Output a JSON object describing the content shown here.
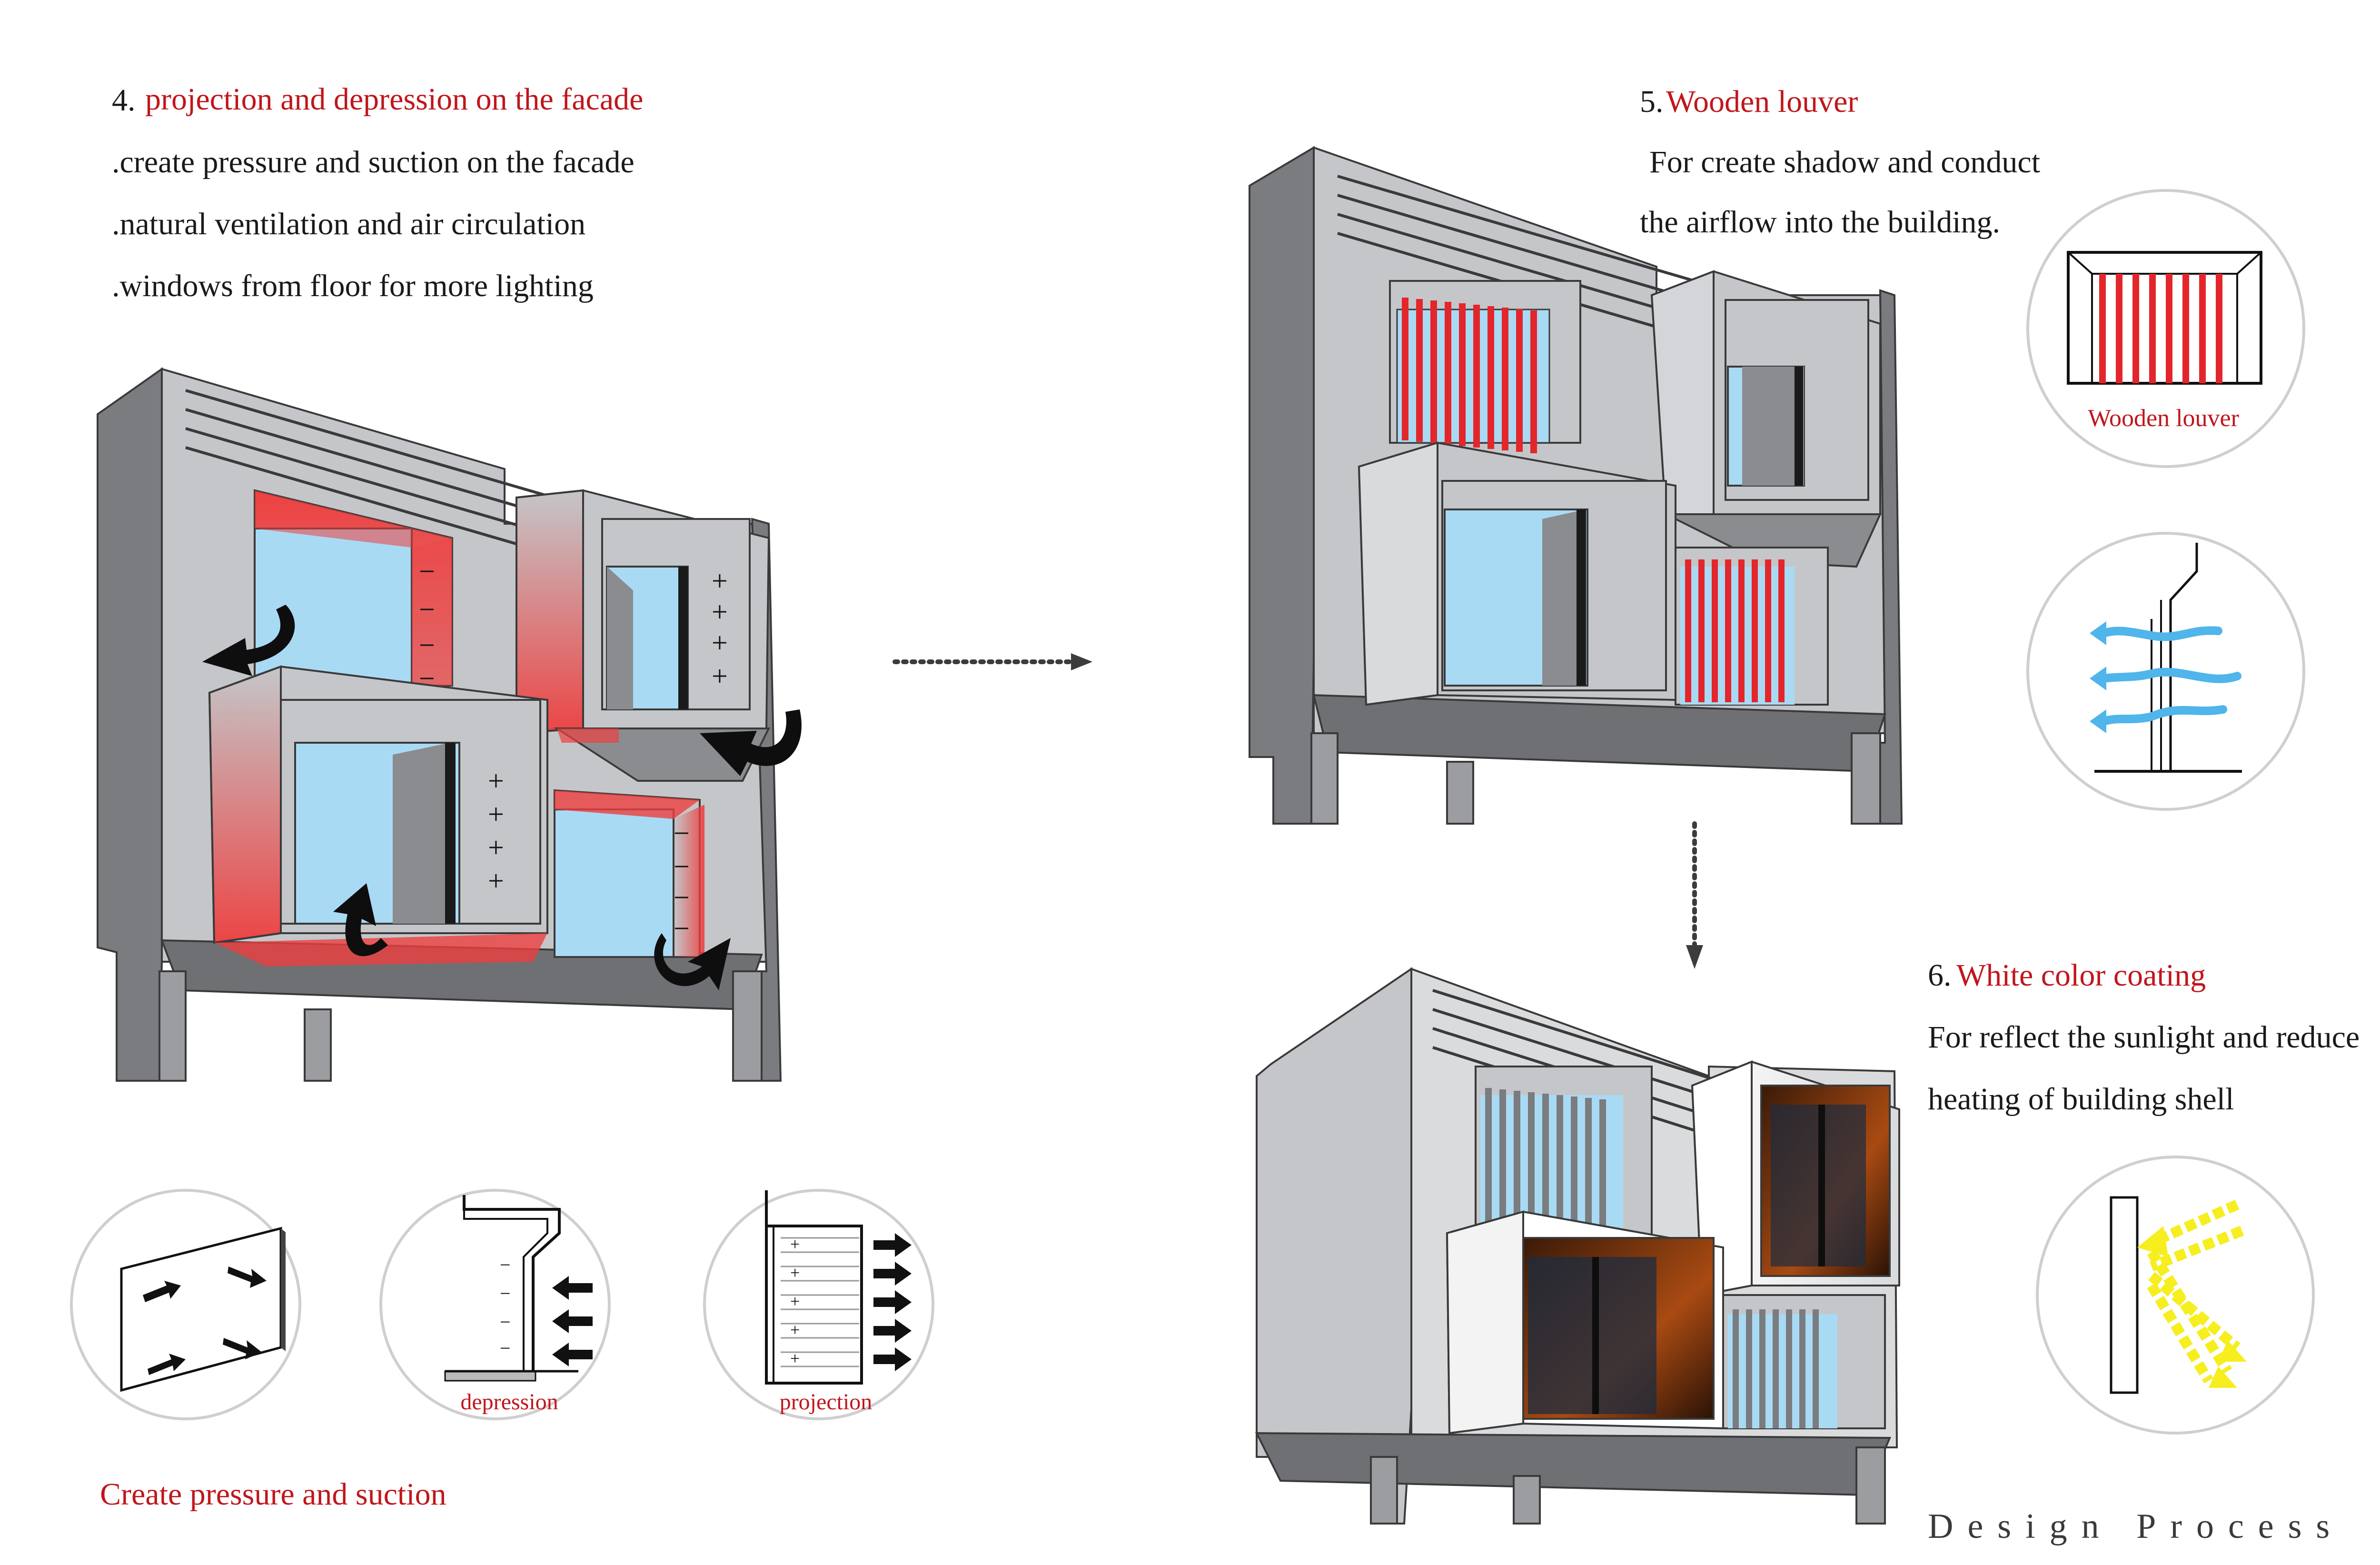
{
  "section4": {
    "number": "4.",
    "title": "projection and depression on the facade",
    "lines": [
      ".create pressure and suction on the facade",
      ".natural ventilation and air circulation",
      ".windows from floor for more lighting"
    ],
    "pressure_sign": "+",
    "suction_sign": "−"
  },
  "section5": {
    "number": "5.",
    "title": "Wooden louver",
    "lines": [
      "For create shadow and conduct",
      "the airflow into the building."
    ],
    "circle_label": "Wooden louver"
  },
  "section6": {
    "number": "6.",
    "title": "White color coating",
    "lines": [
      "For reflect the sunlight and reduce",
      "heating of building shell"
    ]
  },
  "bottom_left": {
    "caption": "Create pressure and suction",
    "circle_labels": [
      "depression",
      "projection"
    ]
  },
  "footer": "Design Process",
  "colors": {
    "accent_red": "#c0161c",
    "text": "#1a1a1a",
    "wall_dark": "#7a7c7f",
    "wall_light": "#c4c6c9",
    "glass": "#a9daf4",
    "pressure_red": "#ee3e3e",
    "airflow_blue": "#4fb5ea",
    "sun_yellow": "#f6ee1f"
  }
}
